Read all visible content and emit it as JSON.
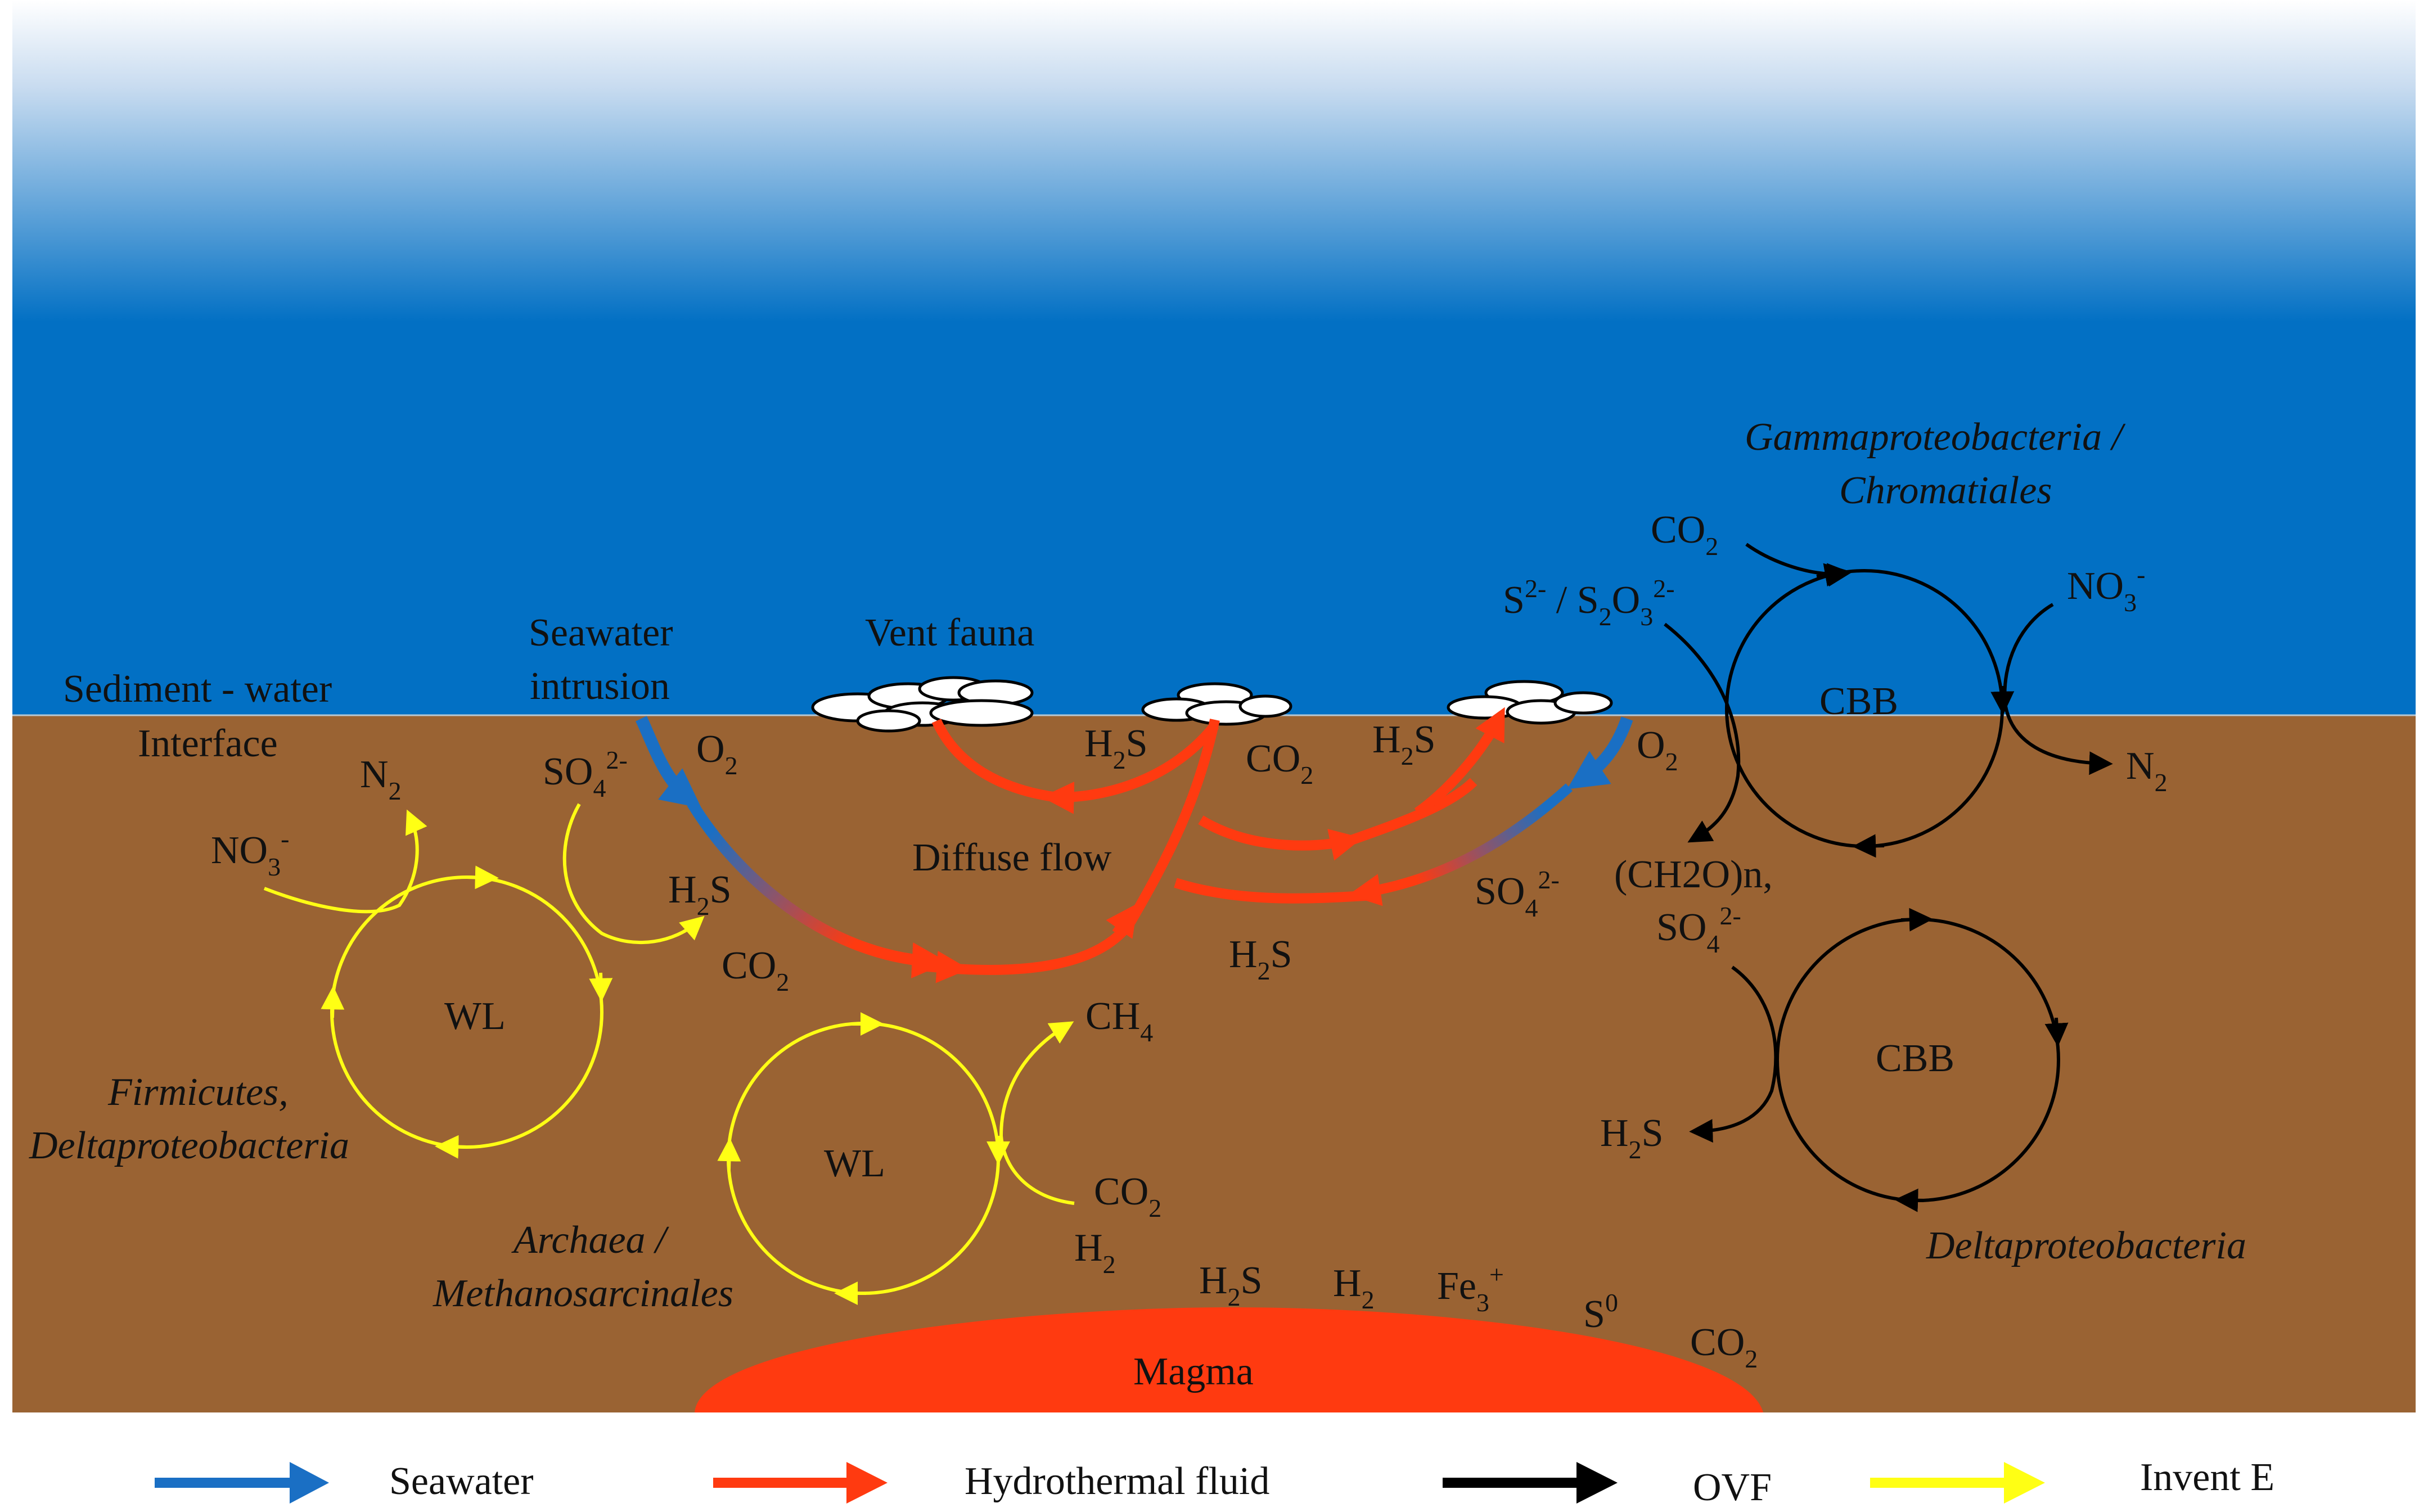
{
  "labels": {
    "sediment_interface": [
      "Sediment - water",
      "Interface"
    ],
    "seawater_intrusion": [
      "Seawater",
      "intrusion"
    ],
    "vent_fauna": "Vent fauna",
    "diffuse_flow": "Diffuse flow",
    "magma": "Magma",
    "gamma": [
      "Gammaproteobacteria /",
      "Chromatiales"
    ],
    "firmicutes": [
      "Firmicutes,",
      "Deltaproteobacteria"
    ],
    "archaea": [
      "Archaea /",
      "Methanosarcinales"
    ],
    "delta_right": "Deltaproteobacteria",
    "cycle_wl": "WL",
    "cycle_cbb": "CBB",
    "ch2on": "(CH2O)n,"
  },
  "species": {
    "co2": "CO",
    "h2s_h": "H",
    "h2s_s": "S",
    "o2": "O",
    "n2": "N",
    "no3": "NO",
    "so4": "SO",
    "ch4": "CH",
    "h2": "H",
    "fe": "Fe",
    "s_elem": "S",
    "s2": "S",
    "s2o3": "S",
    "s2o3_o": "O"
  },
  "sub": {
    "two": "2",
    "three": "3",
    "four": "4"
  },
  "sup": {
    "minus": "-",
    "two_minus": "2-",
    "plus": "+",
    "zero": "0",
    "slash": " / "
  },
  "legend": [
    {
      "label": "Seawater",
      "color": "#1a6fc4"
    },
    {
      "label": "Hydrothermal fluid",
      "color": "#ff3a10"
    },
    {
      "label": "OVF",
      "color": "#000000"
    },
    {
      "label": "Invent E",
      "color": "#ffff14"
    }
  ],
  "colors": {
    "seawater": "#0270c4",
    "sediment": "#9a6333",
    "hydrothermal": "#ff3a10",
    "invent_e": "#ffff14",
    "ovf": "#000000"
  }
}
